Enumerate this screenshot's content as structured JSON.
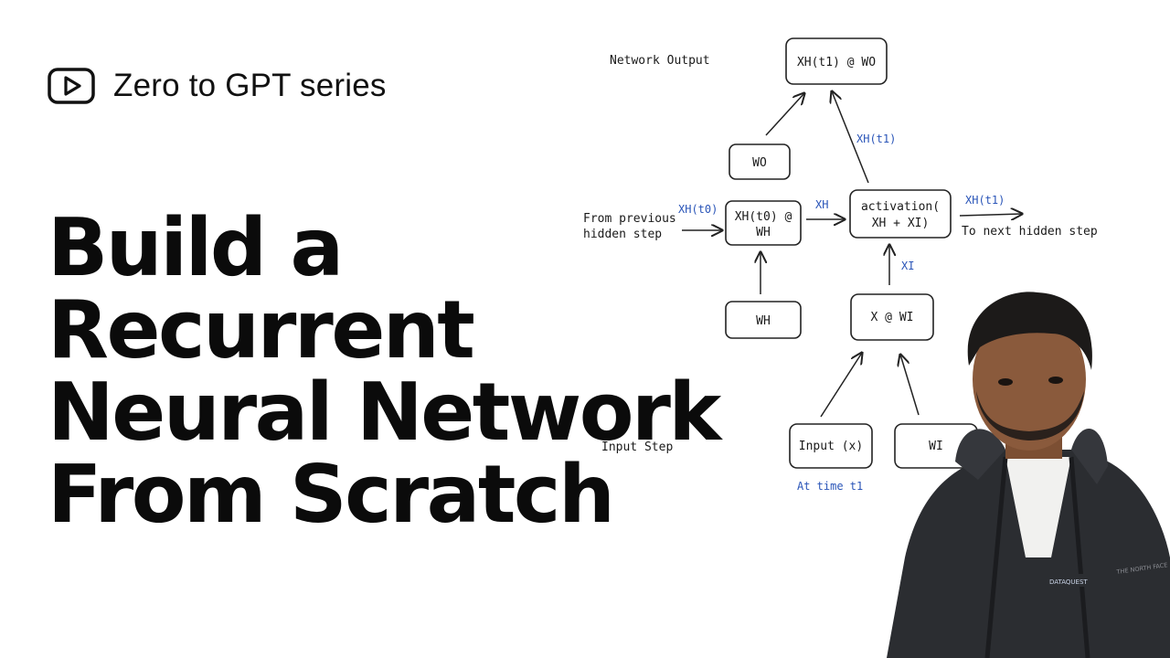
{
  "series": {
    "icon": "play-icon",
    "text": "Zero to GPT series"
  },
  "title": {
    "lines": [
      "Build a",
      "Recurrent",
      "Neural Network",
      "From Scratch"
    ]
  },
  "diagram": {
    "network_output_label": "Network Output",
    "output_box": "XH(t1) @ WO",
    "wo_box": "WO",
    "xh_t1_up_label": "XH(t1)",
    "from_previous_label_1": "From previous",
    "from_previous_label_2": "hidden step",
    "xh_t0_label": "XH(t0)",
    "hidden_box_1": "XH(t0) @",
    "hidden_box_2": "WH",
    "xh_label": "XH",
    "activation_box_1": "activation(",
    "activation_box_2": "XH + XI)",
    "xh_t1_right_label": "XH(t1)",
    "to_next_label": "To next hidden step",
    "xi_label": "XI",
    "wh_box": "WH",
    "x_wi_box": "X @ WI",
    "input_step_label": "Input Step",
    "input_box": "Input (x)",
    "wi_box": "WI",
    "at_time_label": "At time t1"
  },
  "person": {
    "jacket_brand": "THE NORTH FACE",
    "badge": "DATAQUEST"
  },
  "colors": {
    "text": "#0b0b0b",
    "diagram_blue": "#2a55b8",
    "jacket": "#2b2d31",
    "skin": "#8a5a3c",
    "hair": "#1c1a19"
  }
}
